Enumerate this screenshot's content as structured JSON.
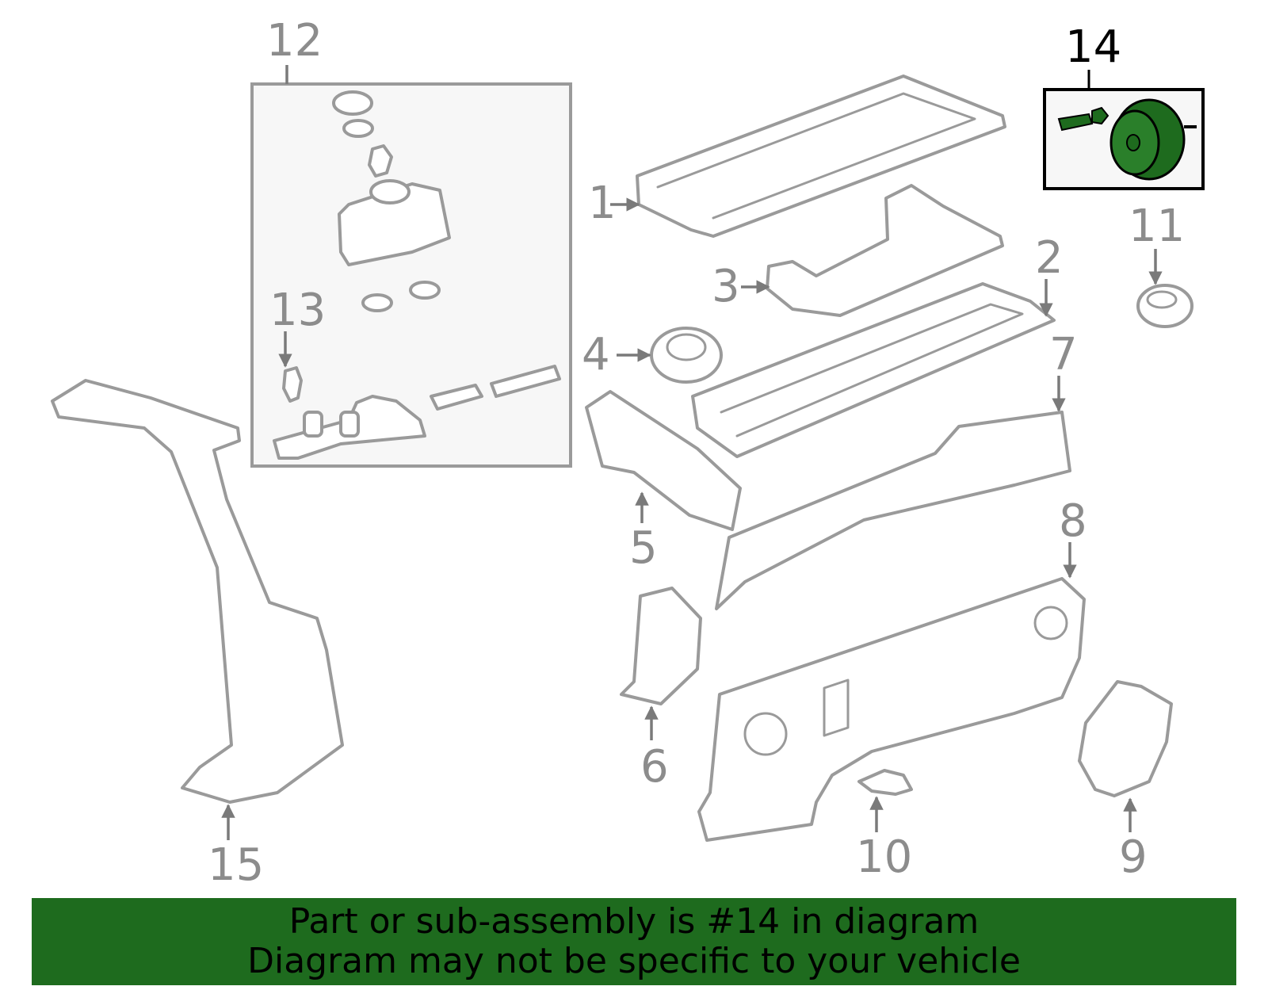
{
  "diagram": {
    "highlight_color": "#1e6b1e",
    "highlighted_part": "14",
    "callouts": {
      "c1": "1",
      "c2": "2",
      "c3": "3",
      "c4": "4",
      "c5": "5",
      "c6": "6",
      "c7": "7",
      "c8": "8",
      "c9": "9",
      "c10": "10",
      "c11": "11",
      "c12": "12",
      "c13": "13",
      "c14": "14",
      "c15": "15"
    }
  },
  "banner": {
    "background": "#1e6b1e",
    "line1": "Part or sub-assembly is #14 in diagram",
    "line2": "Diagram may not be specific to your vehicle"
  }
}
